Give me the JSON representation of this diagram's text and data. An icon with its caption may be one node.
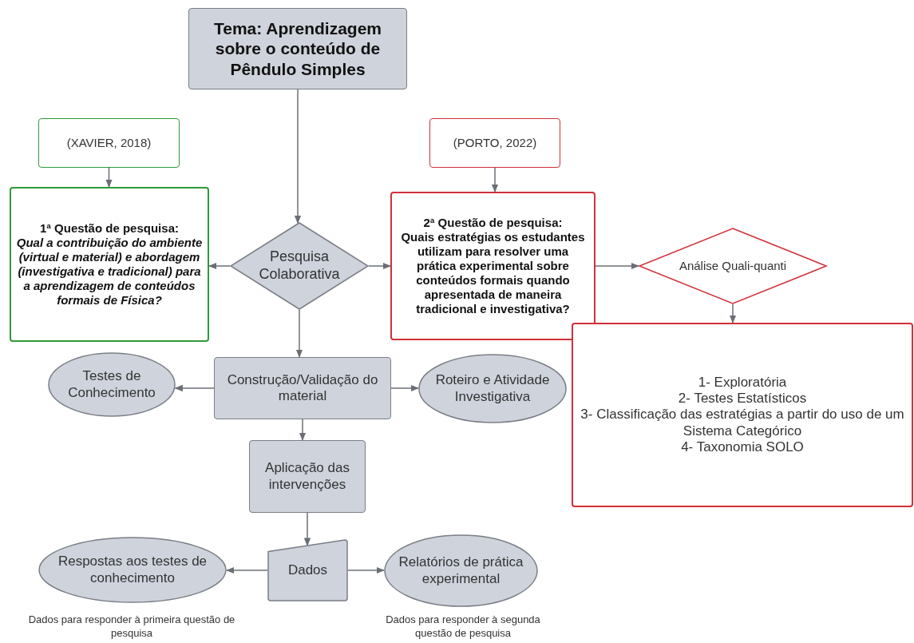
{
  "diagram": {
    "nodes": [
      {
        "text": [
          "Tema: Aprendizagem sobre o conteúdo de Pêndulo Simples"
        ]
      },
      {
        "text": [
          "(XAVIER, 2018)"
        ]
      },
      {
        "text": [
          "1ª Questão de pesquisa:",
          "Qual a contribuição do ambiente (virtual e material) e abordagem (investigativa e tradicional) para a aprendizagem de conteúdos formais de Física?"
        ]
      },
      {
        "text": [
          "Pesquisa Colaborativa"
        ]
      },
      {
        "text": [
          "(PORTO, 2022)"
        ]
      },
      {
        "text": [
          "2ª Questão de pesquisa:",
          "Quais estratégias os estudantes utilizam para resolver uma prática experimental sobre conteúdos formais quando apresentada de maneira tradicional e investigativa?"
        ]
      },
      {
        "text": [
          "Análise Quali-quanti"
        ]
      },
      {
        "text": [
          "1- Exploratória",
          "2- Testes Estatísticos",
          "3- Classificação das estratégias a partir do uso de um Sistema Categórico",
          "4- Taxonomia SOLO"
        ]
      },
      {
        "text": [
          "Construção/Validação do material"
        ]
      },
      {
        "text": [
          "Testes de Conhecimento"
        ]
      },
      {
        "text": [
          "Roteiro e Atividade Investigativa"
        ]
      },
      {
        "text": [
          "Aplicação das intervenções"
        ]
      },
      {
        "text": [
          "Dados"
        ]
      },
      {
        "text": [
          "Respostas aos testes de conhecimento"
        ],
        "beside": [
          "Dados para responder à primeira questão de pesquisa"
        ]
      },
      {
        "text": [
          "Relatórios de prática experimental"
        ],
        "beside": [
          "Dados para responder à segunda questão de pesquisa"
        ]
      }
    ],
    "edges": [
      {
        "from": 0,
        "to": 3,
        "arrow": "to"
      },
      {
        "from": 1,
        "to": 2,
        "arrow": "to"
      },
      {
        "from": 4,
        "to": 5,
        "arrow": "to"
      },
      {
        "from": 3,
        "to": 2,
        "arrow": "to"
      },
      {
        "from": 3,
        "to": 5,
        "arrow": "to"
      },
      {
        "from": 5,
        "to": 6,
        "arrow": "to"
      },
      {
        "from": 6,
        "to": 7,
        "arrow": "to"
      },
      {
        "from": 3,
        "to": 8,
        "arrow": "to"
      },
      {
        "from": 8,
        "to": 9,
        "arrow": "to"
      },
      {
        "from": 8,
        "to": 10,
        "arrow": "to"
      },
      {
        "from": 8,
        "to": 11,
        "arrow": "to"
      },
      {
        "from": 11,
        "to": 12,
        "arrow": "to"
      },
      {
        "from": 12,
        "to": 13,
        "arrow": "to"
      },
      {
        "from": 12,
        "to": 14,
        "arrow": "to"
      }
    ]
  }
}
